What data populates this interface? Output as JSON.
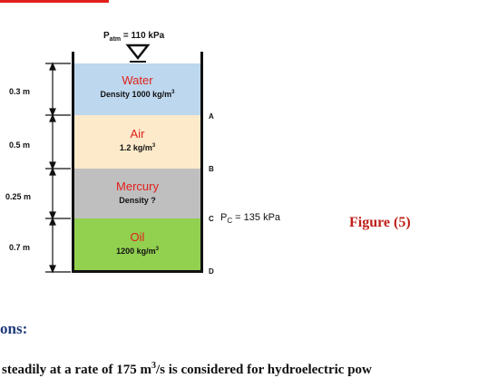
{
  "header_accent_color": "#e0201a",
  "patm": {
    "symbol": "P",
    "subscript": "atm",
    "value": " = 110 kPa"
  },
  "layers": [
    {
      "name": "Water",
      "desc_prefix": "Density 1000 kg/m",
      "desc_sup": "3",
      "color": "#bdd7ee",
      "thickness_label": "0.3 m"
    },
    {
      "name": "Air",
      "desc_prefix": "1.2 kg/m",
      "desc_sup": "3",
      "color": "#fdeaca",
      "thickness_label": "0.5 m"
    },
    {
      "name": "Mercury",
      "desc_prefix": "Density ?",
      "desc_sup": "",
      "color": "#bfbfbf",
      "thickness_label": "0.25 m"
    },
    {
      "name": "Oil",
      "desc_prefix": "1200 kg/m",
      "desc_sup": "3",
      "color": "#92d050",
      "thickness_label": "0.7 m"
    }
  ],
  "points": {
    "A": "A",
    "B": "B",
    "C": "C",
    "D": "D"
  },
  "pc": {
    "symbol": "P",
    "subscript": "C",
    "value": " = 135 kPa"
  },
  "figure_label": "Figure (5)",
  "section_heading": "ons:",
  "bottom_text": {
    "prefix": "steadily at a rate of 175 m",
    "sup": "3",
    "suffix": "/s is considered for hydroelectric pow"
  }
}
